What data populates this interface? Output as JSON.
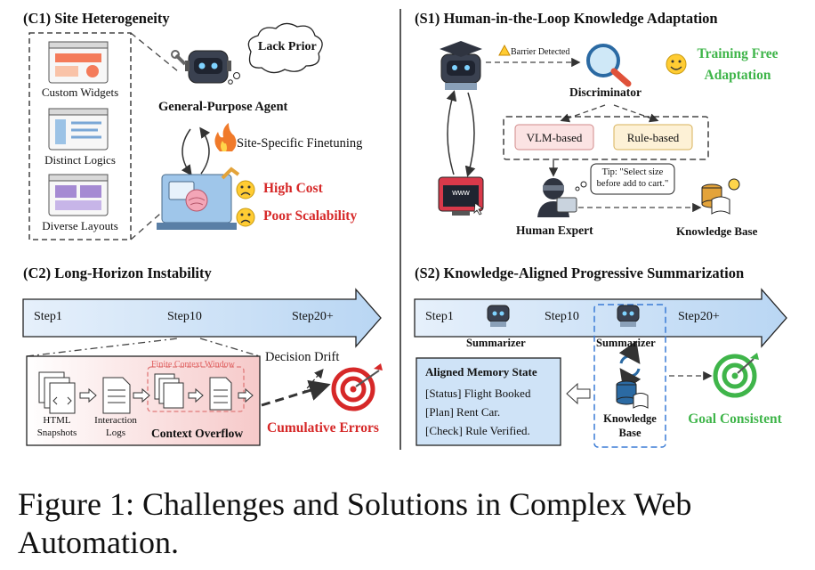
{
  "c1": {
    "title": "(C1) Site Heterogeneity",
    "items": [
      "Custom  Widgets",
      "Distinct Logics",
      "Diverse Layouts"
    ],
    "agent_label": "General-Purpose Agent",
    "bubble": "Lack Prior",
    "finetune": "Site-Specific Finetuning",
    "high_cost": "High Cost",
    "poor_scalability": "Poor Scalability"
  },
  "s1": {
    "title": "(S1) Human-in-the-Loop Knowledge Adaptation",
    "barrier": "Barrier Detected",
    "discriminator": "Discriminator",
    "training_free_1": "Training Free",
    "training_free_2": "Adaptation",
    "vlm": "VLM-based",
    "rule": "Rule-based",
    "tip_1": "Tip: \"Select size",
    "tip_2": "before add to cart.\"",
    "human_expert": "Human Expert",
    "knowledge_base": "Knowledge Base",
    "www": "www"
  },
  "c2": {
    "title": "(C2) Long-Horizon Instability",
    "steps": [
      "Step1",
      "Step10",
      "Step20+"
    ],
    "finite_window": "Finite Context Window",
    "html_snapshots_1": "HTML",
    "html_snapshots_2": "Snapshots",
    "interaction_logs_1": "Interaction",
    "interaction_logs_2": "Logs",
    "context_overflow": "Context Overflow",
    "decision_drift": "Decision Drift",
    "cumulative_errors": "Cumulative Errors"
  },
  "s2": {
    "title": "(S2) Knowledge-Aligned Progressive Summarization",
    "steps": [
      "Step1",
      "Step10",
      "Step20+"
    ],
    "summarizer": "Summarizer",
    "memory_title": "Aligned Memory State",
    "memory_lines": [
      "[Status] Flight Booked",
      "[Plan] Rent Car.",
      "[Check] Rule Verified."
    ],
    "kb_1": "Knowledge",
    "kb_2": "Base",
    "goal": "Goal Consistent"
  },
  "caption": {
    "line1": "Figure 1: Challenges and Solutions in Complex Web",
    "line2": "Automation."
  },
  "colors": {
    "red": "#d62828",
    "green": "#3fb54a",
    "arrow_blue": "#cfe3f7",
    "dashed_blue": "#3a7bd5"
  }
}
